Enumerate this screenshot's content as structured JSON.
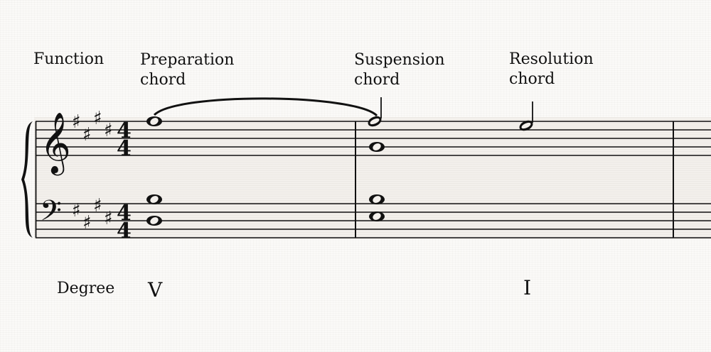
{
  "headers": {
    "function": "Function",
    "preparation": "Preparation\nchord",
    "suspension": "Suspension\nchord",
    "resolution": "Resolution\nchord"
  },
  "degrees": {
    "label": "Degree",
    "first": "V",
    "second": "I"
  },
  "score": {
    "key_signature": "E major (4 sharps)",
    "time_signature": {
      "top": "4",
      "bottom": "4"
    },
    "clefs": [
      "treble",
      "bass"
    ]
  }
}
